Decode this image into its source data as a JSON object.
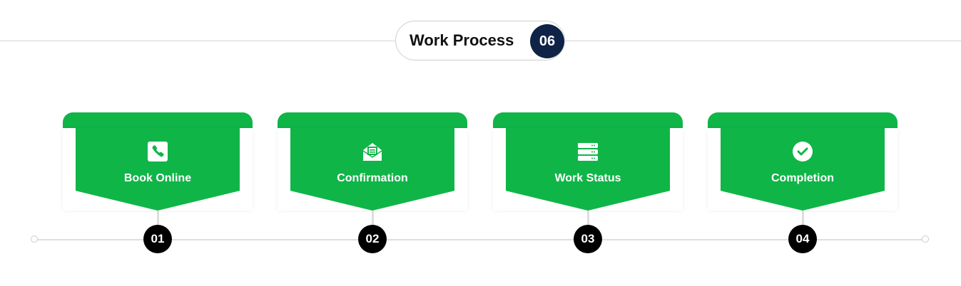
{
  "header": {
    "title": "Work Process",
    "number": "06"
  },
  "steps": [
    {
      "label": "Book Online",
      "number": "01",
      "icon": "phone-icon"
    },
    {
      "label": "Confirmation",
      "number": "02",
      "icon": "envelope-open-icon"
    },
    {
      "label": "Work Status",
      "number": "03",
      "icon": "server-icon"
    },
    {
      "label": "Completion",
      "number": "04",
      "icon": "check-circle-icon"
    }
  ],
  "colors": {
    "green": "#10b548",
    "navy": "#0e2346"
  }
}
